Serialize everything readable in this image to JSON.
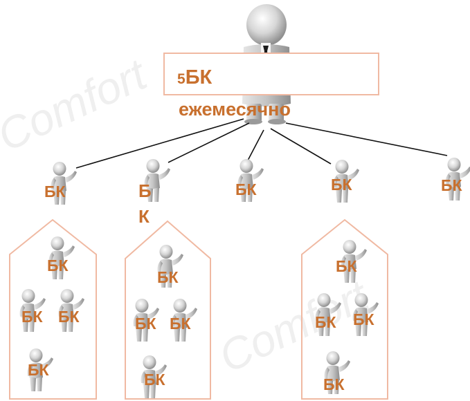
{
  "colors": {
    "label": "#c8702e",
    "frame": "#f0b9a2",
    "line": "#111111",
    "figure_body": "#b5b5b5",
    "tie": "#1a1a1a",
    "watermark": "#e9e9e9"
  },
  "top": {
    "title_number": "5",
    "title_bk": "БК",
    "title_freq": "ежемесячно"
  },
  "level1": [
    {
      "label": "БК"
    },
    {
      "label_line1": "Б",
      "label_line2": "К"
    },
    {
      "label": "БК"
    },
    {
      "label": "БК"
    },
    {
      "label": "БК"
    }
  ],
  "groups": [
    {
      "labels": [
        "БК",
        "БК",
        "БК",
        "БК"
      ]
    },
    {
      "labels": [
        "БК",
        "БК",
        "БК",
        "БК"
      ]
    },
    {
      "labels": [
        "БК",
        "БК",
        "БК",
        "БК"
      ]
    }
  ],
  "icons": {
    "person": "person-figure-icon",
    "boss": "boss-figure-icon"
  }
}
